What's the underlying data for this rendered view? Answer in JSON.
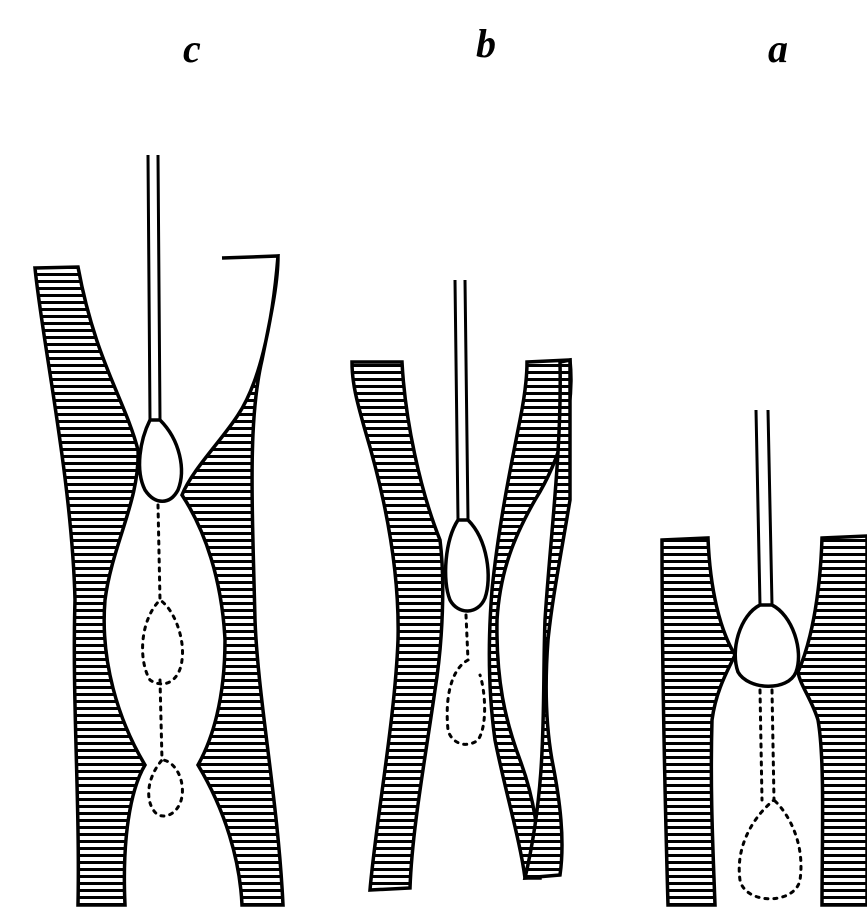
{
  "figure": {
    "panels": [
      {
        "id": "c",
        "label": "c"
      },
      {
        "id": "b",
        "label": "b"
      },
      {
        "id": "a",
        "label": "a"
      }
    ]
  }
}
